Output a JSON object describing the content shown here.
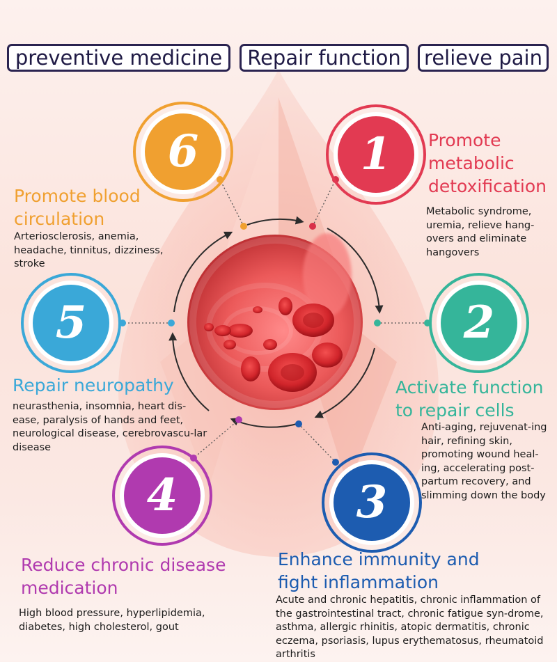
{
  "header": {
    "pills": [
      "preventive medicine",
      "Repair function",
      "relieve pain"
    ]
  },
  "colors": {
    "item1": "#e23a52",
    "item2": "#35b59a",
    "item3": "#1d5cb0",
    "item4": "#b03aaf",
    "item5": "#3aa8d8",
    "item6": "#f0a030",
    "pill_border": "#2a2350"
  },
  "icons": {
    "center": "blood-vessel-red-cells-illustration",
    "flow": "circular-arrows"
  },
  "items": [
    {
      "number": "1",
      "title": "Promote metabolic detoxification",
      "description": "Metabolic syndrome, uremia, relieve hang-overs and eliminate hangovers"
    },
    {
      "number": "2",
      "title": "Activate function to repair cells",
      "description": "Anti-aging, rejuvenat-ing hair, refining skin, promoting wound heal-ing, accelerating post-partum recovery, and slimming down the body"
    },
    {
      "number": "3",
      "title": "Enhance immunity and fight inflammation",
      "description": "Acute and chronic hepatitis, chronic inflammation of the gastrointestinal tract, chronic fatigue syn-drome, asthma, allergic rhinitis, atopic dermatitis, chronic eczema, psoriasis, lupus erythematosus, rheumatoid arthritis"
    },
    {
      "number": "4",
      "title": "Reduce chronic disease medication",
      "description": "High blood pressure, hyperlipidemia, diabetes, high cholesterol, gout"
    },
    {
      "number": "5",
      "title": "Repair neuropathy",
      "description": "neurasthenia, insomnia, heart dis-ease, paralysis of hands and feet, neurological disease, cerebrovascu-lar disease"
    },
    {
      "number": "6",
      "title": "Promote blood circulation",
      "description": "Arteriosclerosis, anemia, headache, tinnitus, dizziness, stroke"
    }
  ]
}
